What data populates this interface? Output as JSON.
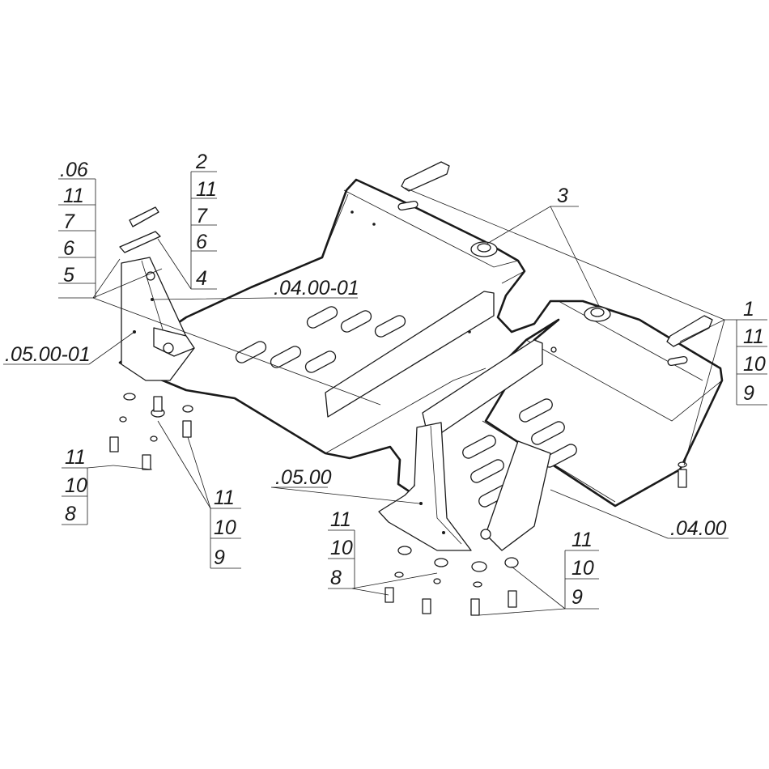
{
  "callouts": {
    "g1": [
      ".06",
      "11",
      "7",
      "6",
      "5"
    ],
    "g2": [
      "2",
      "11",
      "7",
      "6",
      "4"
    ],
    "lbl_040001": ".04.00-01",
    "lbl_050001": ".05.00-01",
    "g3": [
      "3"
    ],
    "g4": [
      "1",
      "11",
      "10",
      "9"
    ],
    "g5": [
      "11",
      "10",
      "8"
    ],
    "g6": [
      "11",
      "10",
      "9"
    ],
    "lbl_0500": ".05.00",
    "lbl_0400": ".04.00",
    "g7": [
      "11",
      "10",
      "8"
    ],
    "g8": [
      "11",
      "10",
      "9"
    ]
  },
  "colors": {
    "line": "#1a1a1a",
    "background": "#ffffff"
  }
}
